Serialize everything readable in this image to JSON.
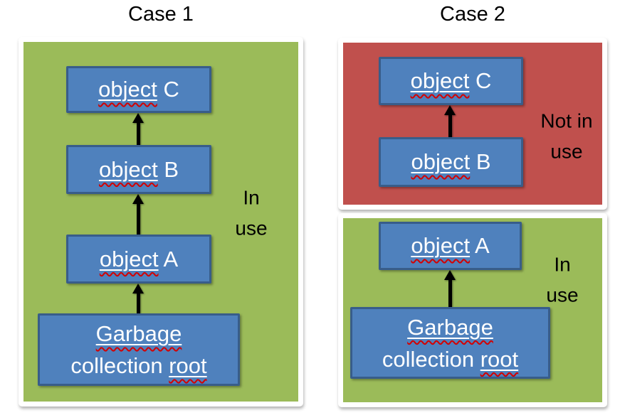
{
  "colors": {
    "in_use_bg": "#9bbb59",
    "not_in_use_bg": "#c0504d",
    "box_fill": "#4f81bd",
    "box_border": "#385d8a",
    "box_text": "#ffffff",
    "label_text": "#000000",
    "arrow": "#000000",
    "squiggle": "#d40000",
    "frame": "#ffffff",
    "page_bg": "#ffffff"
  },
  "case1": {
    "title": "Case 1",
    "status_label": "In use",
    "boxes": {
      "c": {
        "word": "object",
        "suffix": " C"
      },
      "b": {
        "word": "object",
        "suffix": " B"
      },
      "a": {
        "word": "object",
        "suffix": " A"
      },
      "root": {
        "line1_word": "Garbage",
        "line2_text": "collection ",
        "line2_word": "root"
      }
    }
  },
  "case2": {
    "title": "Case 2",
    "not_in_use_panel": {
      "status_label": "Not in use",
      "boxes": {
        "c": {
          "word": "object",
          "suffix": " C"
        },
        "b": {
          "word": "object",
          "suffix": " B"
        }
      }
    },
    "in_use_panel": {
      "status_label": "In use",
      "boxes": {
        "a": {
          "word": "object",
          "suffix": " A"
        },
        "root": {
          "line1_word": "Garbage",
          "line2_text": "collection ",
          "line2_word": "root"
        }
      }
    }
  }
}
